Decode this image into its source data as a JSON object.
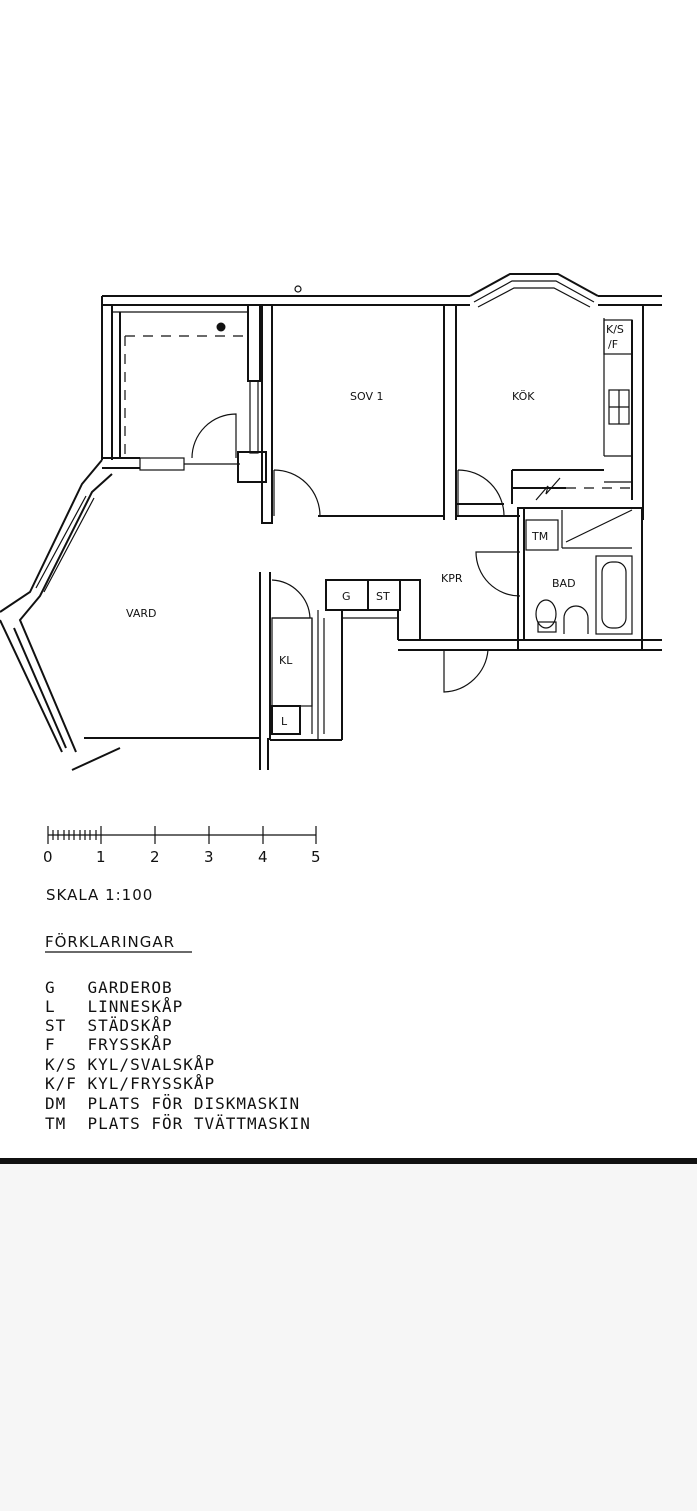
{
  "rooms": {
    "sov1": "SOV 1",
    "kok": "KÖK",
    "vard": "VARD",
    "kpr": "KPR",
    "bad": "BAD",
    "kl": "KL"
  },
  "fixtures": {
    "g": "G",
    "st": "ST",
    "l": "L",
    "tm": "TM",
    "ks_top": "K/S",
    "ks_bottom": "/F"
  },
  "scale": {
    "ticks": [
      "0",
      "1",
      "2",
      "3",
      "4",
      "5"
    ],
    "title": "SKALA 1:100"
  },
  "legend": {
    "title": "FÖRKLARINGAR",
    "items": [
      "G   GARDEROB",
      "L   LINNESKÅP",
      "ST  STÄDSKÅP",
      "F   FRYSSKÅP",
      "K/S KYL/SVALSKÅP",
      "K/F KYL/FRYSSKÅP",
      "DM  PLATS FÖR DISKMASKIN",
      "TM  PLATS FÖR TVÄTTMASKIN"
    ]
  },
  "colors": {
    "ink": "#111111",
    "paper": "#ffffff",
    "footer": "#f5f5f5"
  }
}
